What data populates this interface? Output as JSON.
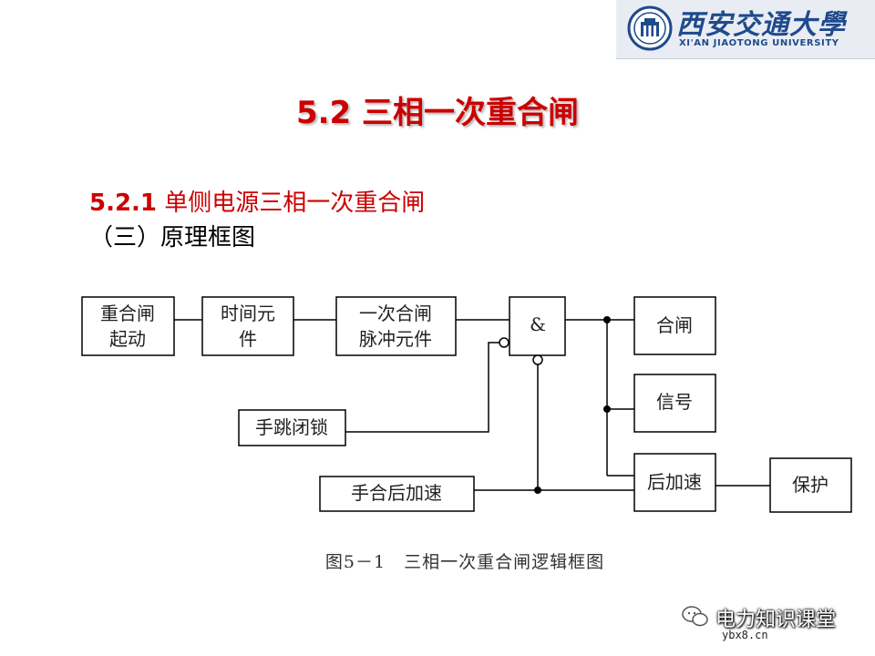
{
  "logo": {
    "name_cn": "西安交通大學",
    "name_en": "XI'AN JIAOTONG UNIVERSITY",
    "brand_color": "#1f4a8c",
    "seal_icon": "university-seal-icon"
  },
  "title": "5.2 三相一次重合闸",
  "subtitle": {
    "number": "5.2.1",
    "text": "单侧电源三相一次重合闸"
  },
  "section_label": "（三）原理框图",
  "diagram": {
    "blocks": {
      "reclose_start": [
        "重合闸",
        "起动"
      ],
      "time_element": [
        "时间元",
        "件"
      ],
      "pulse_element": [
        "一次合闸",
        "脉冲元件"
      ],
      "and_gate": "&",
      "close": "合闸",
      "signal": "信号",
      "post_accel": "后加速",
      "protection": "保护",
      "manual_trip_lock": "手跳闭锁",
      "manual_close_accel": "手合后加速"
    }
  },
  "caption": "图5－1　三相一次重合闸逻辑框图",
  "watermark": {
    "text": "电力知识课堂",
    "icon": "wechat-icon",
    "site": "ybx8.cn"
  },
  "colors": {
    "title_red": "#cc0000",
    "text_black": "#000000"
  }
}
